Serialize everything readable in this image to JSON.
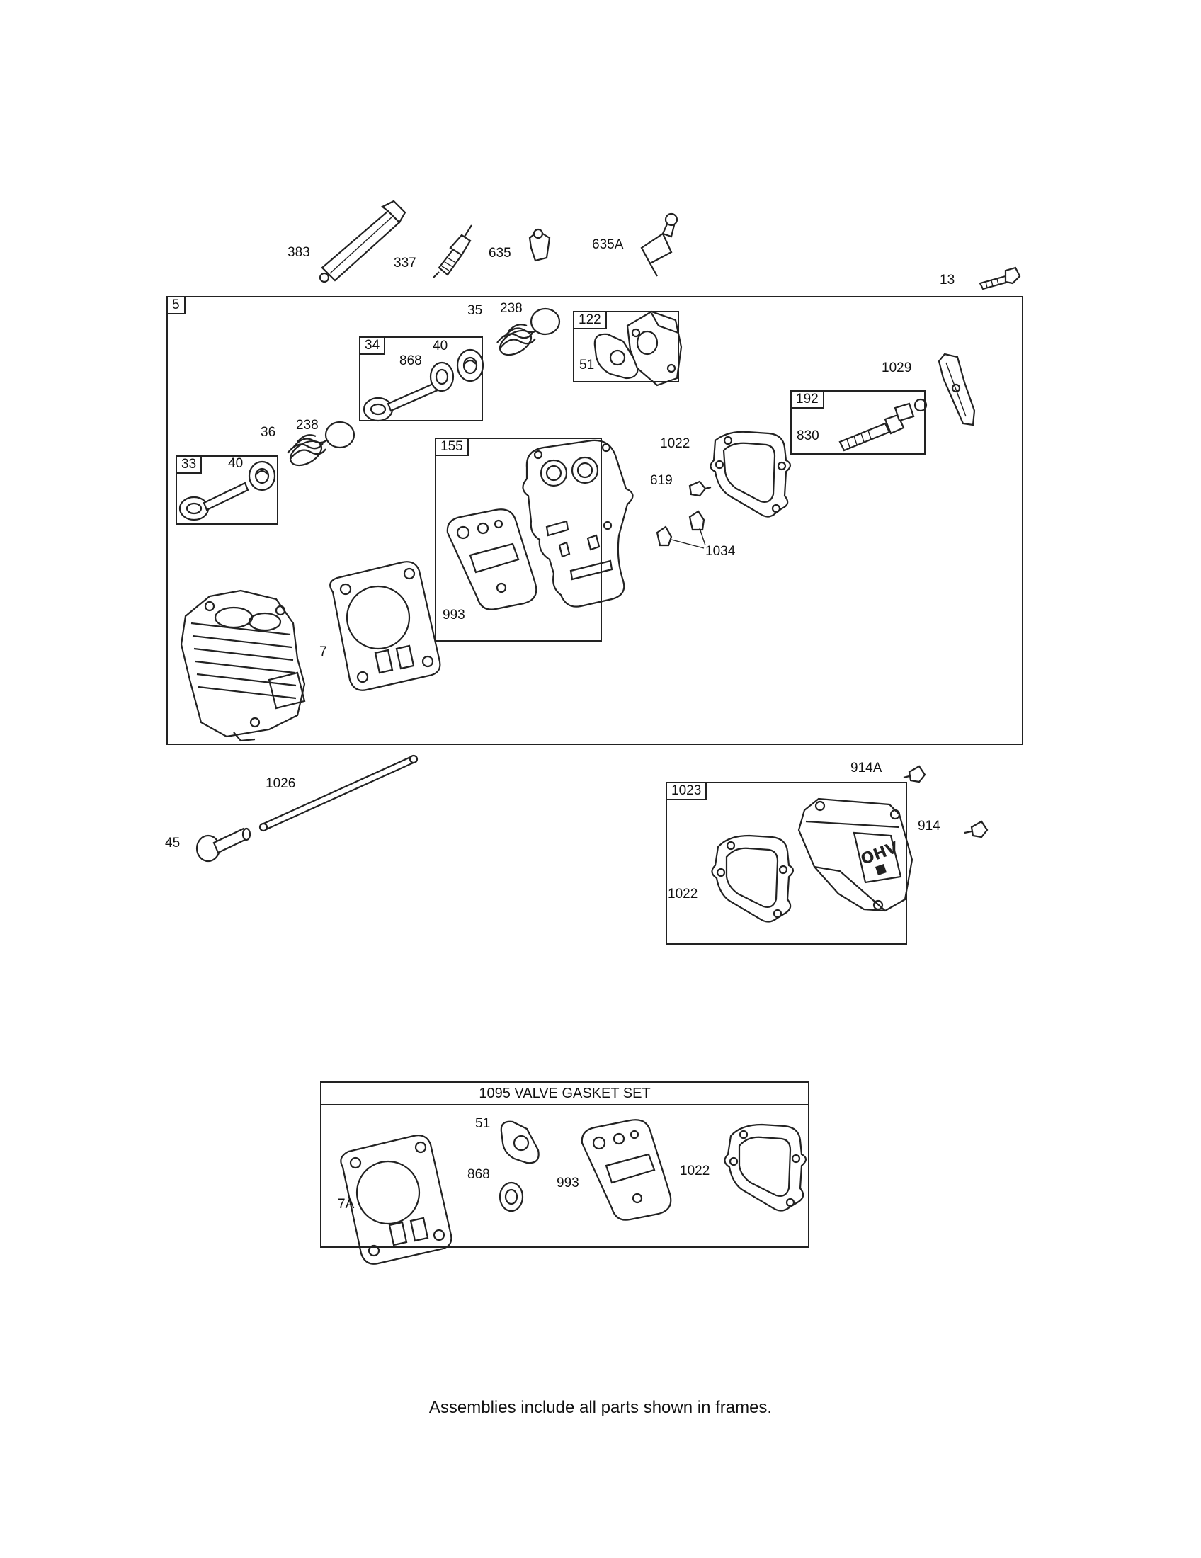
{
  "labels": {
    "l383": "383",
    "l337": "337",
    "l635": "635",
    "l635A": "635A",
    "l13": "13",
    "l35": "35",
    "l238a": "238",
    "l40a": "40",
    "l868a": "868",
    "l51a": "51",
    "l1029": "1029",
    "l36": "36",
    "l238b": "238",
    "l40b": "40",
    "l830": "830",
    "l1022a": "1022",
    "l619": "619",
    "l1034": "1034",
    "l993a": "993",
    "l7": "7",
    "l1026": "1026",
    "l45": "45",
    "l914A": "914A",
    "l914": "914",
    "l1022b": "1022",
    "l51b": "51",
    "l868b": "868",
    "l993b": "993",
    "l1022c": "1022",
    "l7A": "7A"
  },
  "frames": {
    "f5": "5",
    "f34": "34",
    "f122": "122",
    "f33": "33",
    "f155": "155",
    "f192": "192",
    "f1023": "1023"
  },
  "gasket_set": {
    "title": "1095 VALVE GASKET SET"
  },
  "footer": "Assemblies include all parts shown in frames."
}
